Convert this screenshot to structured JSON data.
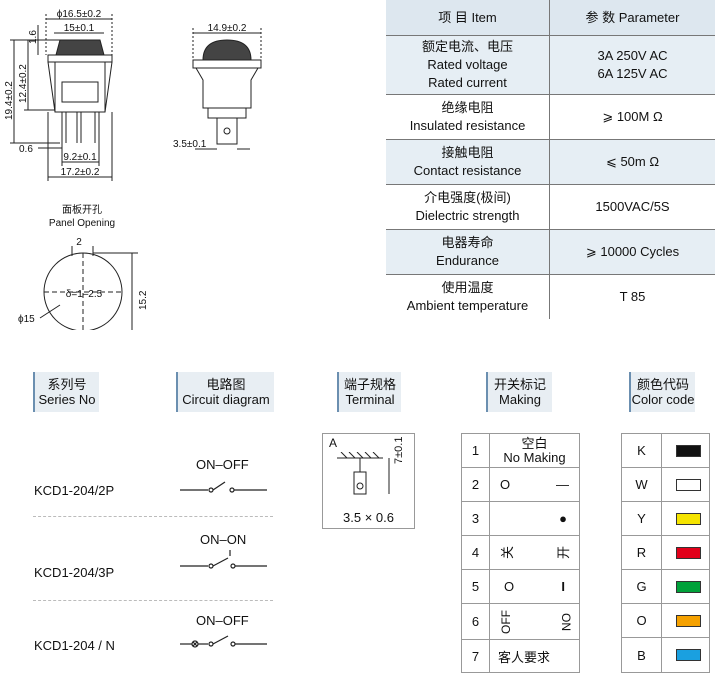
{
  "dims": {
    "top_dia": "ϕ16.5±0.2",
    "top_15": "15±0.1",
    "left_16": "1.6",
    "left_194": "19.4±0.2",
    "left_124": "12.4±0.2",
    "p06": "0.6",
    "p92": "9.2±0.1",
    "p172": "17.2±0.2",
    "side_149": "14.9±0.2",
    "side_35": "3.5±0.1"
  },
  "panel": {
    "title_cn": "面板开孔",
    "title_en": "Panel Opening",
    "dim_2": "2",
    "delta": "δ=1–2.5",
    "dim_152": "15.2",
    "phi15": "ϕ15"
  },
  "spec": {
    "header": {
      "item": "项 目   Item",
      "param": "参 数   Parameter"
    },
    "rows": [
      {
        "cn": "额定电流、电压",
        "en1": "Rated voltage",
        "en2": "Rated current",
        "v1": "3A  250V AC",
        "v2": "6A 125V AC"
      },
      {
        "cn": "绝缘电阻",
        "en1": "Insulated resistance",
        "v1": "⩾ 100M Ω"
      },
      {
        "cn": "接触电阻",
        "en1": "Contact resistance",
        "v1": "⩽ 50m Ω"
      },
      {
        "cn": "介电强度(极间)",
        "en1": "Dielectric strength",
        "v1": "1500VAC/5S"
      },
      {
        "cn": "电器寿命",
        "en1": "Endurance",
        "v1": "⩾ 10000 Cycles"
      },
      {
        "cn": "使用温度",
        "en1": "Ambient temperature",
        "v1": "T 85"
      }
    ]
  },
  "sections": {
    "series": {
      "cn": "系列号",
      "en": "Series No"
    },
    "circuit": {
      "cn": "电路图",
      "en": "Circuit diagram"
    },
    "terminal": {
      "cn": "端子规格",
      "en": "Terminal"
    },
    "making": {
      "cn": "开关标记",
      "en": "Making"
    },
    "color": {
      "cn": "颜色代码",
      "en": "Color code"
    }
  },
  "series_items": [
    {
      "model": "KCD1-204/2P",
      "circuit": "ON–OFF"
    },
    {
      "model": "KCD1-204/3P",
      "circuit": "ON–ON"
    },
    {
      "model": "KCD1-204 / N",
      "circuit": "ON–OFF"
    }
  ],
  "terminal": {
    "label": "A",
    "dim_h": "7±0.1",
    "dim": "3.5 × 0.6"
  },
  "making_rows": [
    {
      "num": "1",
      "cn": "空白",
      "en": "No Making"
    },
    {
      "num": "2",
      "left": "O",
      "right": "—"
    },
    {
      "num": "3",
      "right": "●"
    },
    {
      "num": "4",
      "left": "关",
      "right": "开"
    },
    {
      "num": "5",
      "left": "O",
      "right": "I"
    },
    {
      "num": "6",
      "left": "OFF",
      "right": "ON"
    },
    {
      "num": "7",
      "cn": "客人要求"
    }
  ],
  "colors": [
    {
      "code": "K",
      "hex": "#111111"
    },
    {
      "code": "W",
      "hex": "#ffffff"
    },
    {
      "code": "Y",
      "hex": "#f5e400"
    },
    {
      "code": "R",
      "hex": "#e2001a"
    },
    {
      "code": "G",
      "hex": "#00a13a"
    },
    {
      "code": "O",
      "hex": "#f5a100"
    },
    {
      "code": "B",
      "hex": "#1aa0e0"
    }
  ]
}
